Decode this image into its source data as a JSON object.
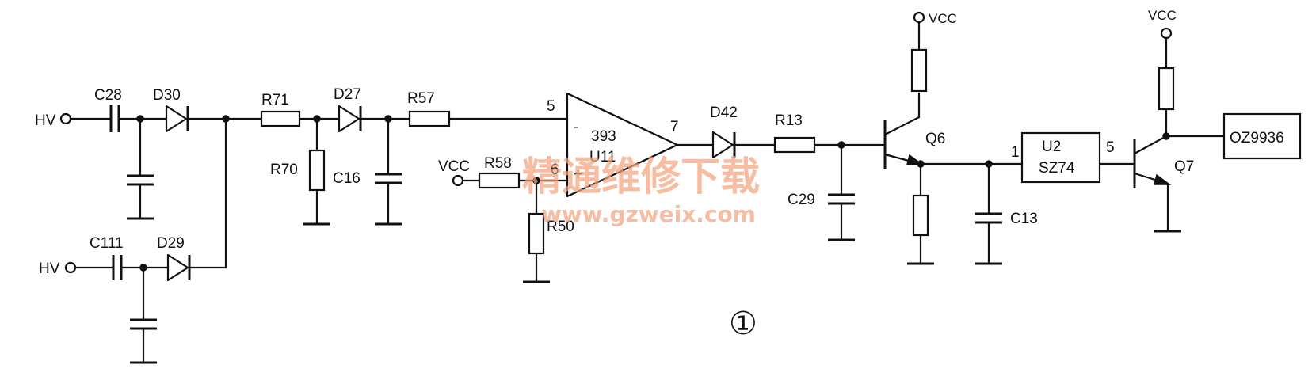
{
  "diagram": {
    "figure_number": "①",
    "watermark": {
      "title": "精通维修下载",
      "url": "www.gzweix.com"
    },
    "labels": {
      "hv_top": "HV",
      "hv_bottom": "HV",
      "c28": "C28",
      "d30": "D30",
      "c111": "C111",
      "d29": "D29",
      "r71": "R71",
      "d27": "D27",
      "r57": "R57",
      "r70": "R70",
      "c16": "C16",
      "vcc_in": "VCC",
      "r58": "R58",
      "r50": "R50",
      "pin5": "5",
      "pin6": "6",
      "pin7": "7",
      "minus": "-",
      "plus": "+",
      "opamp_part": "393",
      "opamp_ref": "U11",
      "d42": "D42",
      "r13": "R13",
      "c29": "C29",
      "vcc_q6": "VCC",
      "q6": "Q6",
      "c13": "C13",
      "u2_pin1": "1",
      "u2_ref": "U2",
      "u2_part": "SZ74",
      "u2_pin5": "5",
      "vcc_q7": "VCC",
      "q7": "Q7",
      "oz": "OZ9936"
    }
  }
}
